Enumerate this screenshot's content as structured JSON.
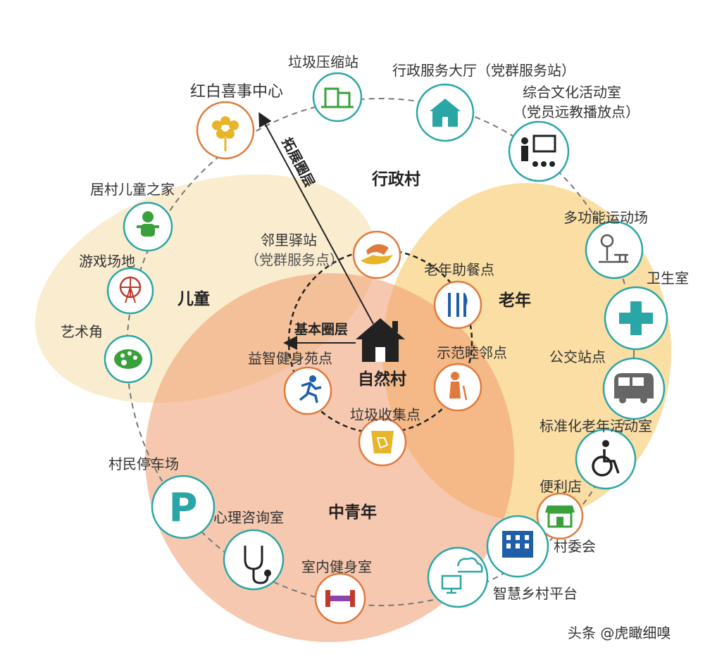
{
  "zones": [
    {
      "id": "admin",
      "label": "行政村"
    },
    {
      "id": "child",
      "label": "儿童"
    },
    {
      "id": "elder",
      "label": "老年"
    },
    {
      "id": "youth",
      "label": "中青年"
    }
  ],
  "center": {
    "label": "自然村"
  },
  "arrows": {
    "expand": "拓展圈层",
    "basic": "基本圈层"
  },
  "nodes": [
    {
      "id": "trash-compress",
      "label": "垃圾压缩站",
      "icon": "building-icon"
    },
    {
      "id": "admin-hall",
      "label": "行政服务大厅（党群服务站）",
      "icon": "school-icon"
    },
    {
      "id": "culture",
      "label": "综合文化活动室",
      "sub": "（党员远教播放点）",
      "icon": "teacher-icon"
    },
    {
      "id": "wedding",
      "label": "红白喜事中心",
      "icon": "flower-icon"
    },
    {
      "id": "kids-home",
      "label": "居村儿童之家",
      "icon": "baby-icon"
    },
    {
      "id": "playground",
      "label": "游戏场地",
      "icon": "ferris-wheel-icon"
    },
    {
      "id": "art",
      "label": "艺术角",
      "icon": "palette-icon"
    },
    {
      "id": "sports",
      "label": "多功能运动场",
      "icon": "sports-field-icon"
    },
    {
      "id": "clinic",
      "label": "卫生室",
      "icon": "medical-cross-icon"
    },
    {
      "id": "bus",
      "label": "公交站点",
      "icon": "bus-icon"
    },
    {
      "id": "elder-room",
      "label": "标准化老年活动室",
      "icon": "wheelchair-icon"
    },
    {
      "id": "store",
      "label": "便利店",
      "icon": "store-icon"
    },
    {
      "id": "committee",
      "label": "村委会",
      "icon": "office-building-icon"
    },
    {
      "id": "smart",
      "label": "智慧乡村平台",
      "icon": "cloud-computer-icon"
    },
    {
      "id": "gym",
      "label": "室内健身室",
      "icon": "dumbbell-icon"
    },
    {
      "id": "counsel",
      "label": "心理咨询室",
      "icon": "stethoscope-icon"
    },
    {
      "id": "parking",
      "label": "村民停车场",
      "icon": "parking-icon"
    },
    {
      "id": "neighbor-station",
      "label": "邻里驿站",
      "sub": "（党群服务点）",
      "icon": "hands-icon"
    },
    {
      "id": "elder-meal",
      "label": "老年助餐点",
      "icon": "cutlery-icon"
    },
    {
      "id": "demo-neighbor",
      "label": "示范睦邻点",
      "icon": "elder-icon"
    },
    {
      "id": "fitness-park",
      "label": "益智健身苑点",
      "icon": "runner-icon"
    },
    {
      "id": "trash-collect",
      "label": "垃圾收集点",
      "icon": "recycle-bin-icon"
    }
  ],
  "watermark": "头条 @虎瞰细嗅",
  "colors": {
    "child_zone": "#f6dfa8",
    "elder_zone": "#f5c35a",
    "youth_zone": "#ee9b6e",
    "teal": "#2aa6a6",
    "orange_ring": "#e07a3c",
    "green": "#3aa13a",
    "yellow": "#e7b52a",
    "dark": "#222222"
  }
}
